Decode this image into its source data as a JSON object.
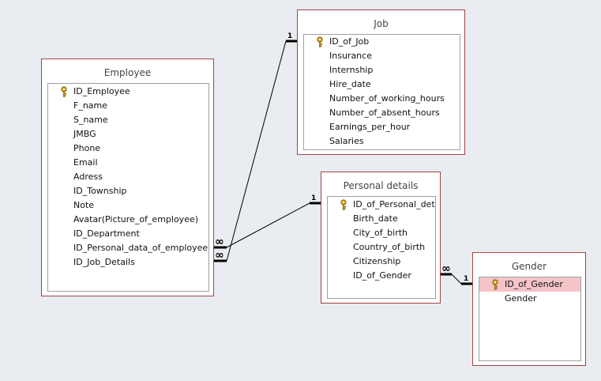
{
  "tables": {
    "employee": {
      "title": "Employee",
      "fields": [
        "ID_Employee",
        "F_name",
        "S_name",
        "JMBG",
        "Phone",
        "Email",
        "Adress",
        "ID_Township",
        "Note",
        "Avatar(Picture_of_employee)",
        "ID_Department",
        "ID_Personal_data_of_employee",
        "ID_Job_Details"
      ],
      "primary_key": "ID_Employee"
    },
    "job": {
      "title": "Job",
      "fields": [
        "ID_of_Job",
        "Insurance",
        "Internship",
        "Hire_date",
        "Number_of_working_hours",
        "Number_of_absent_hours",
        "Earnings_per_hour",
        "Salaries"
      ],
      "primary_key": "ID_of_Job"
    },
    "personal_details": {
      "title": "Personal details",
      "fields": [
        "ID_of_Personal_deta",
        "Birth_date",
        "City_of_birth",
        "Country_of_birth",
        "Citizenship",
        "ID_of_Gender"
      ],
      "primary_key": "ID_of_Personal_deta"
    },
    "gender": {
      "title": "Gender",
      "fields": [
        "ID_of_Gender",
        "Gender"
      ],
      "primary_key": "ID_of_Gender",
      "selected_field": "ID_of_Gender"
    }
  },
  "relationships": [
    {
      "from": "Employee.ID_Job_Details",
      "to": "Job.ID_of_Job",
      "from_label": "∞",
      "to_label": "1"
    },
    {
      "from": "Employee.ID_Personal_data_of_employee",
      "to": "Personal details.ID_of_Personal_deta",
      "from_label": "∞",
      "to_label": "1"
    },
    {
      "from": "Personal details.ID_of_Gender",
      "to": "Gender.ID_of_Gender",
      "from_label": "∞",
      "to_label": "1"
    }
  ],
  "colors": {
    "table_border": "#a04545",
    "canvas": "#e9ecf0",
    "selected_row": "#f4c4c8",
    "key_icon": "#d4a017"
  }
}
